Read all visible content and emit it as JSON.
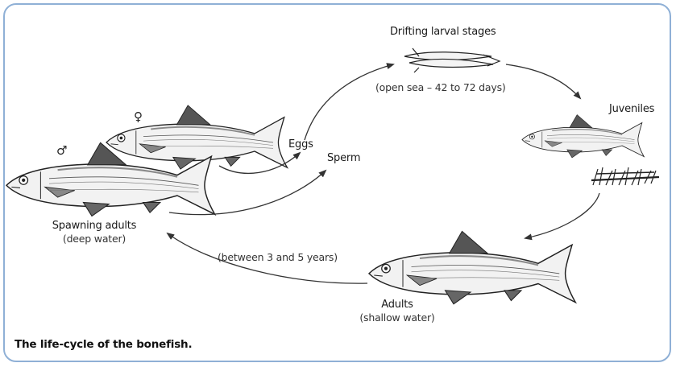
{
  "diagram": {
    "stages": {
      "drifting": "Drifting larval stages",
      "open_sea": "(open sea – 42 to 72 days)",
      "juveniles": "Juveniles",
      "eggs": "Eggs",
      "sperm": "Sperm",
      "spawning": "Spawning adults",
      "deep_water": "(deep water)",
      "between": "(between 3 and 5 years)",
      "adults": "Adults",
      "shallow_water": "(shallow water)"
    },
    "symbols": {
      "female": "♀",
      "male": "♂"
    },
    "caption": "The life-cycle of the bonefish."
  },
  "colors": {
    "border": "#8fb0d6",
    "ink": "#222222"
  }
}
